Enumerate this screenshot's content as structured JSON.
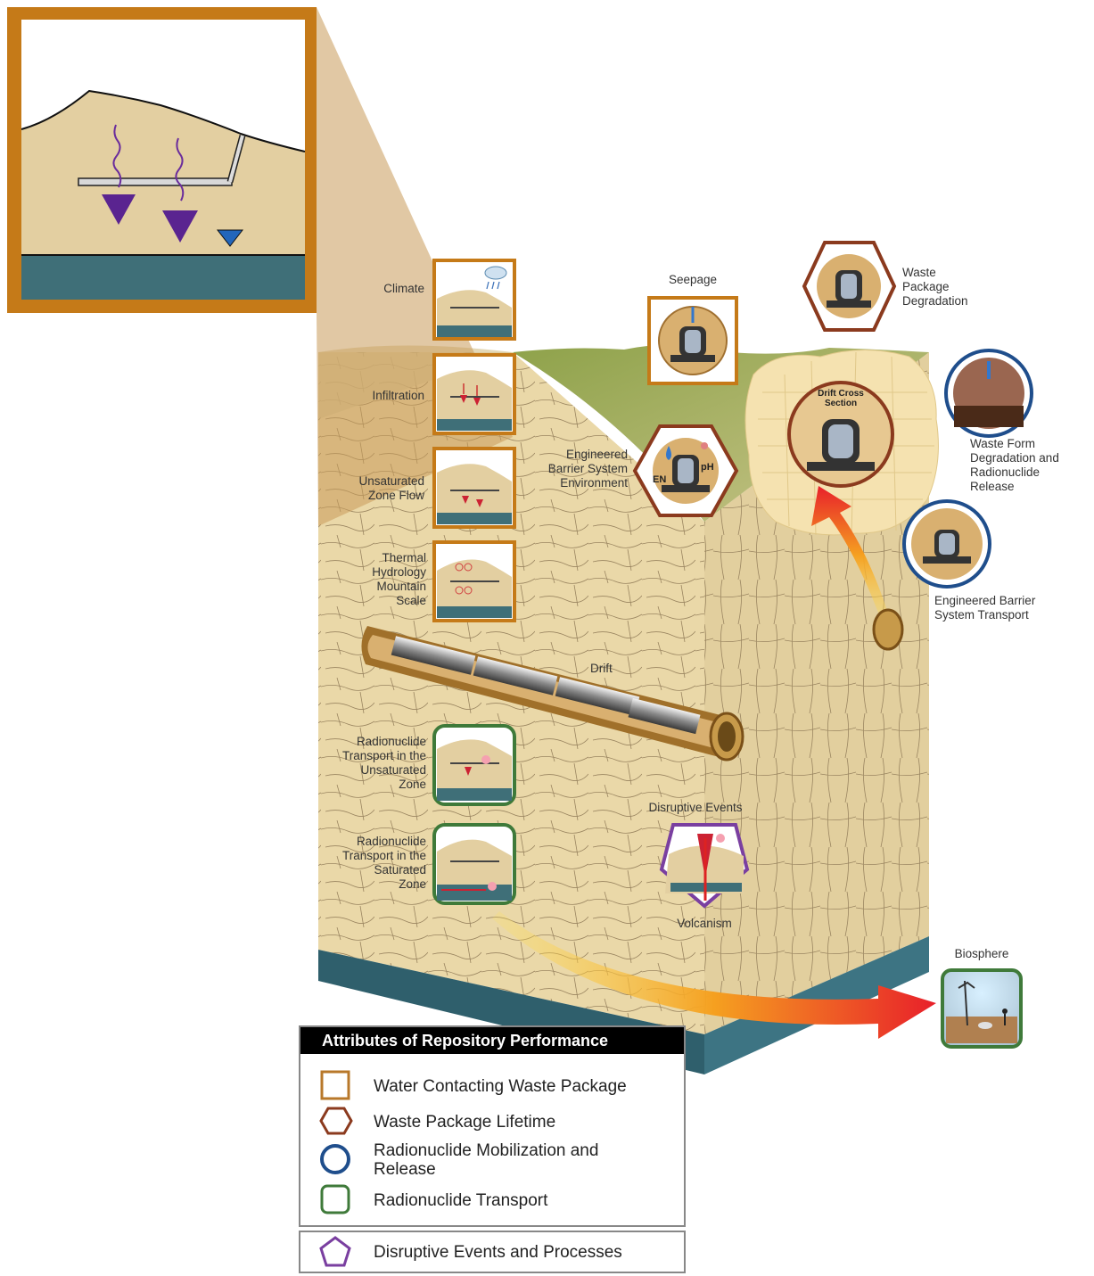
{
  "labels": {
    "climate": "Climate",
    "infiltration": "Infiltration",
    "unsaturated_zone_flow": [
      "Unsaturated",
      "Zone Flow"
    ],
    "thermal_hydrology": [
      "Thermal",
      "Hydrology",
      "Mountain",
      "Scale"
    ],
    "seepage": "Seepage",
    "waste_package_degradation": [
      "Waste",
      "Package",
      "Degradation"
    ],
    "engineered_barrier_env": [
      "Engineered",
      "Barrier System",
      "Environment"
    ],
    "drift_cross_section": [
      "Drift Cross",
      "Section"
    ],
    "waste_form_degradation": [
      "Waste Form",
      "Degradation and",
      "Radionuclide",
      "Release"
    ],
    "ebs_transport": [
      "Engineered Barrier",
      "System Transport"
    ],
    "drift": "Drift",
    "rn_transport_unsat": [
      "Radionuclide",
      "Transport in the",
      "Unsaturated",
      "Zone"
    ],
    "rn_transport_sat": [
      "Radionuclide",
      "Transport in the",
      "Saturated",
      "Zone"
    ],
    "disruptive_events": "Disruptive Events",
    "volcanism": "Volcanism",
    "biosphere": "Biosphere",
    "pH": "pH",
    "en": "EN"
  },
  "legend": {
    "title": "Attributes of Repository Performance",
    "items": [
      {
        "label": "Water Contacting Waste Package",
        "shape": "square-icon",
        "color": "#b8782a"
      },
      {
        "label": "Waste Package Lifetime",
        "shape": "hexagon-icon",
        "color": "#8b3a1e"
      },
      {
        "label": [
          "Radionuclide Mobilization and",
          "Release"
        ],
        "shape": "circle-icon",
        "color": "#1f4e8c"
      },
      {
        "label": "Radionuclide Transport",
        "shape": "rounded-square-icon",
        "color": "#3f7a3a"
      }
    ],
    "extra": {
      "label": "Disruptive Events and Processes",
      "shape": "pentagon-icon",
      "color": "#7a3fa0"
    }
  },
  "colors": {
    "water_contact": "#b8782a",
    "wp_lifetime": "#8b3a1e",
    "mobilization": "#1f4e8c",
    "transport": "#3f7a3a",
    "disruptive": "#7a3fa0",
    "rock": "#e8d6a8",
    "water_table": "#3f6f78"
  }
}
